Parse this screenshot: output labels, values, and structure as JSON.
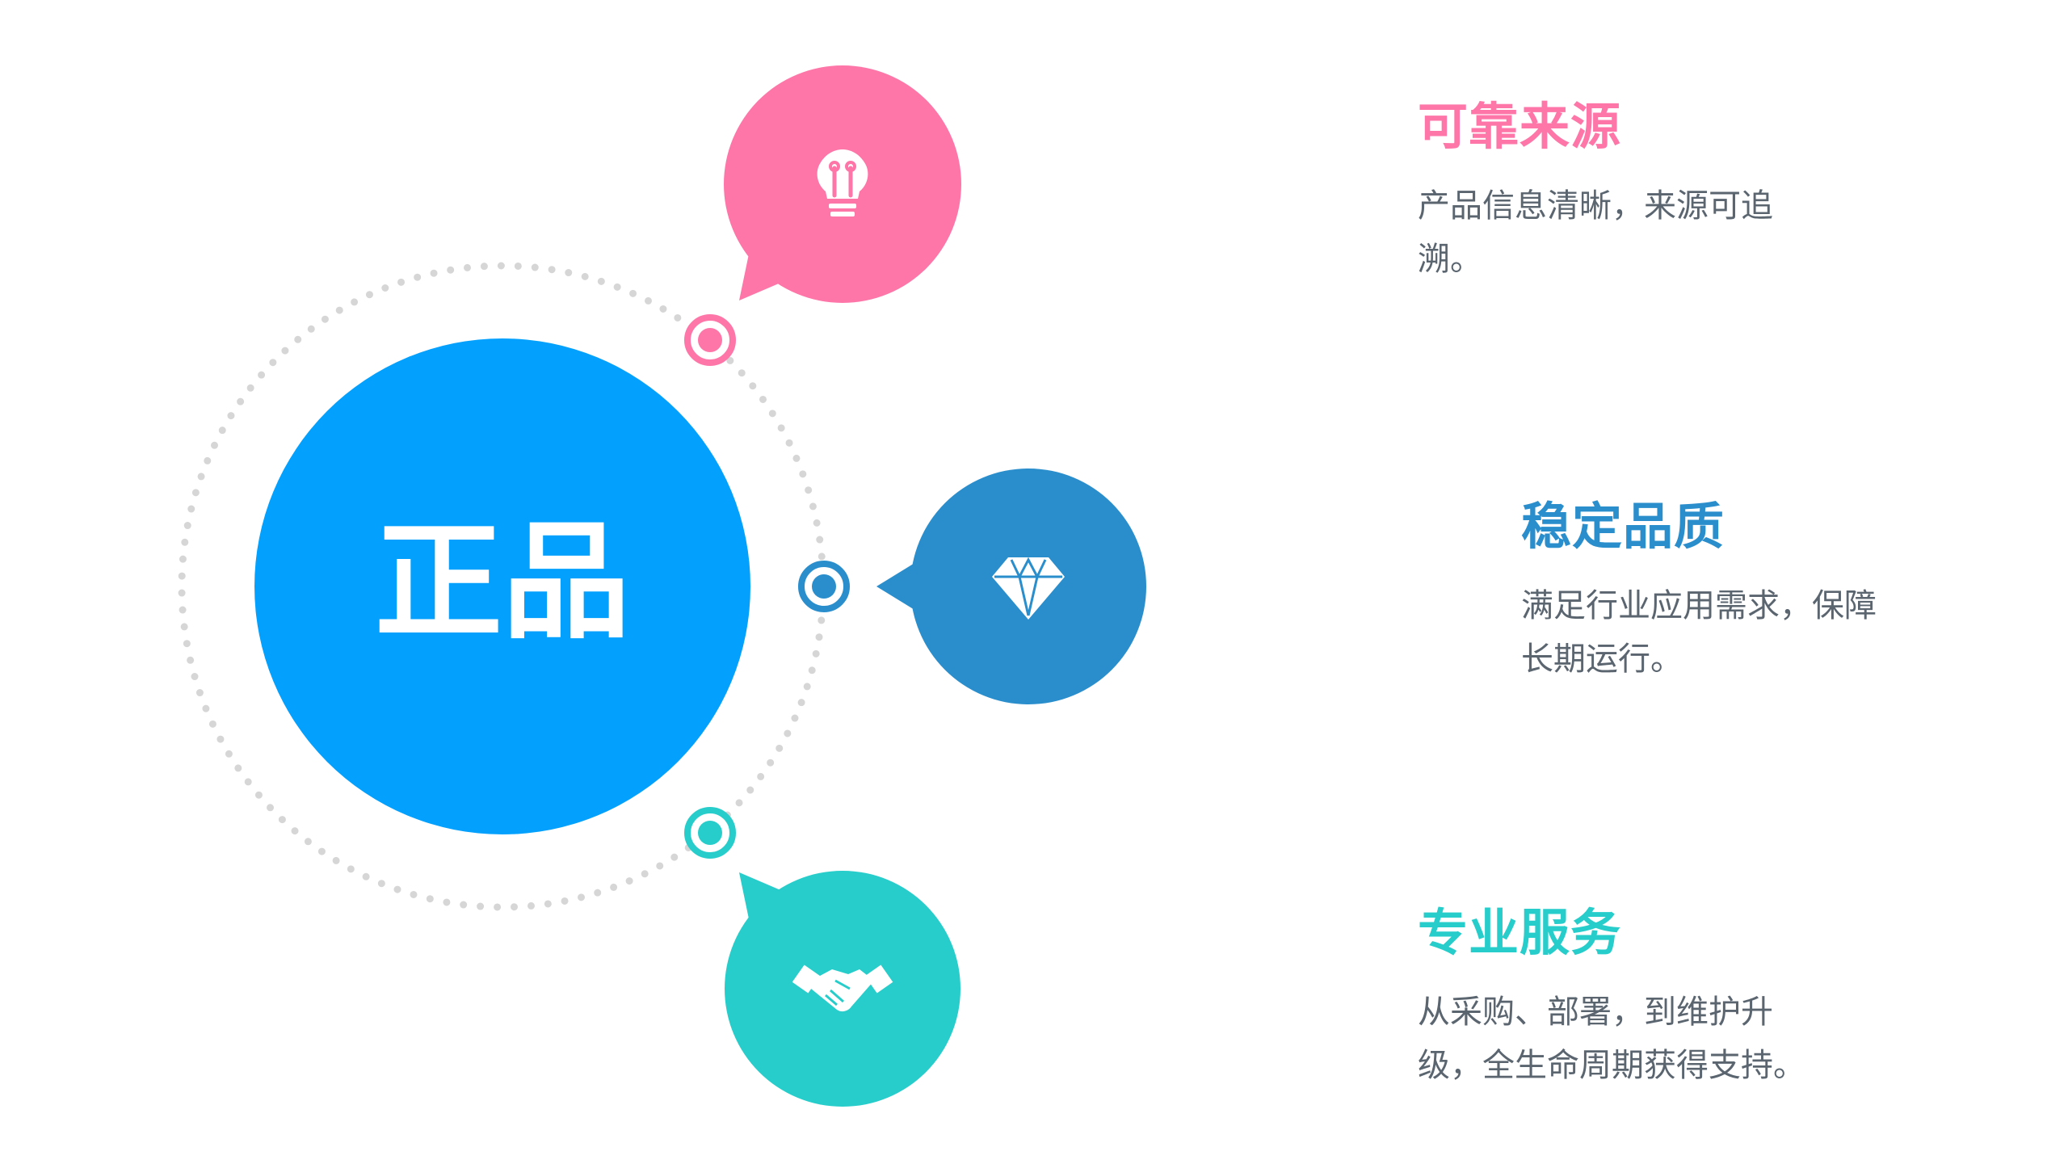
{
  "center": {
    "label": "正品",
    "color": "#03a1fd"
  },
  "colors": {
    "pink": "#fe76a8",
    "blue": "#2a8ecd",
    "teal": "#26cdca",
    "ring_dots": "#d6d6d6",
    "text": "#5a6570"
  },
  "items": [
    {
      "title": "可靠来源",
      "description": "产品信息清晰，来源可追\n溯。",
      "icon": "lightbulb-icon",
      "color": "#fe76a8"
    },
    {
      "title": "稳定品质",
      "description": "满足行业应用需求，保障\n长期运行。",
      "icon": "diamond-icon",
      "color": "#2a8ecd"
    },
    {
      "title": "专业服务",
      "description": "从采购、部署，到维护升\n级，全生命周期获得支持。",
      "icon": "handshake-icon",
      "color": "#26cdca"
    }
  ]
}
